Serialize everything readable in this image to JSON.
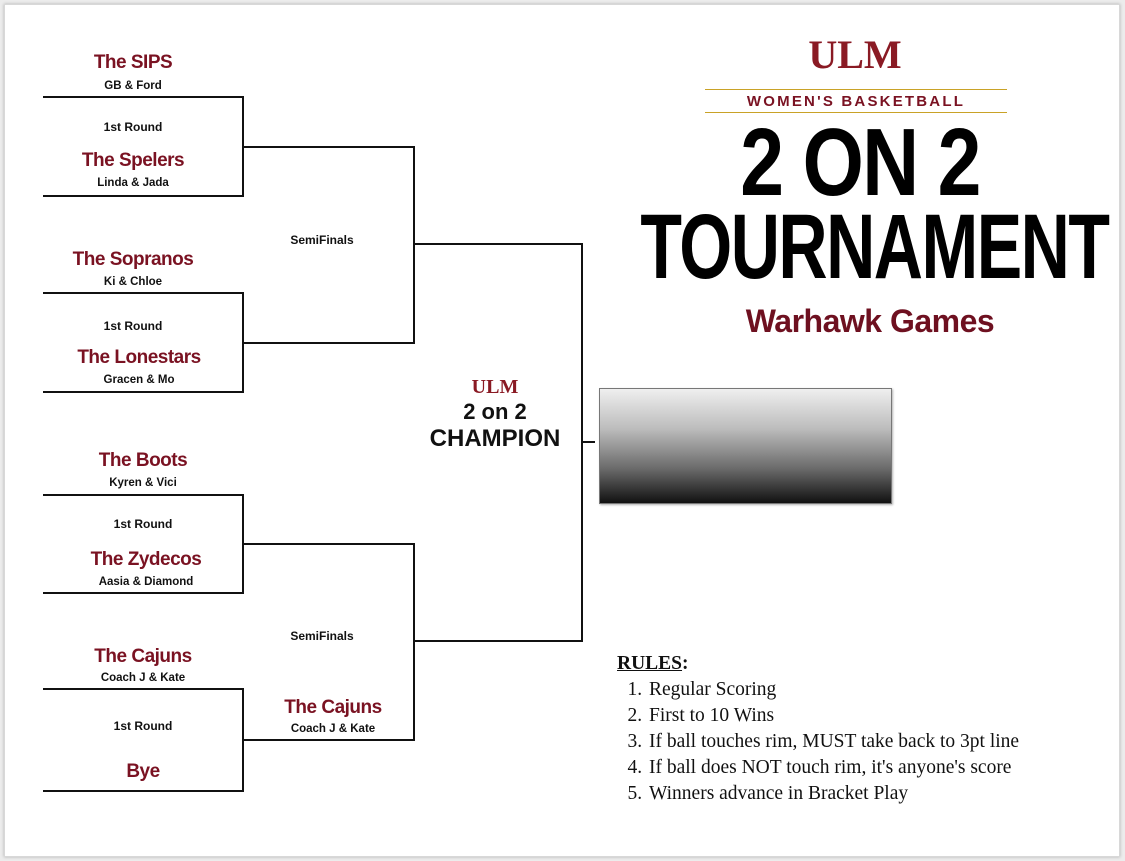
{
  "header": {
    "logo": "ULM",
    "program": "WOMEN'S BASKETBALL",
    "title_line1": "2 ON 2",
    "title_line2": "TOURNAMENT",
    "subtitle": "Warhawk Games"
  },
  "bracket": {
    "matches": [
      {
        "top_team": "The SIPS",
        "top_players": "GB & Ford",
        "round": "1st Round",
        "bottom_team": "The Spelers",
        "bottom_players": "Linda & Jada"
      },
      {
        "top_team": "The Sopranos",
        "top_players": "Ki & Chloe",
        "round": "1st Round",
        "bottom_team": "The Lonestars",
        "bottom_players": "Gracen & Mo"
      },
      {
        "top_team": "The Boots",
        "top_players": "Kyren & Vici",
        "round": "1st Round",
        "bottom_team": "The Zydecos",
        "bottom_players": "Aasia & Diamond"
      },
      {
        "top_team": "The Cajuns",
        "top_players": "Coach J & Kate",
        "round": "1st Round",
        "bottom_team": "Bye",
        "bottom_players": ""
      }
    ],
    "semifinal_label_top": "SemiFinals",
    "semifinal_label_bottom": "SemiFinals",
    "advanced_team": "The Cajuns",
    "advanced_players": "Coach J & Kate"
  },
  "champion": {
    "logo": "ULM",
    "line1": "2 on 2",
    "line2": "CHAMPION",
    "winner": ""
  },
  "rules": {
    "title": "RULES",
    "colon": ":",
    "items": [
      "Regular Scoring",
      "First to 10 Wins",
      "If ball touches rim, MUST take back to 3pt line",
      "If ball does NOT touch rim, it's anyone's score",
      "Winners advance in Bracket Play"
    ]
  },
  "colors": {
    "maroon": "#7a1222",
    "gold": "#c9a227"
  }
}
